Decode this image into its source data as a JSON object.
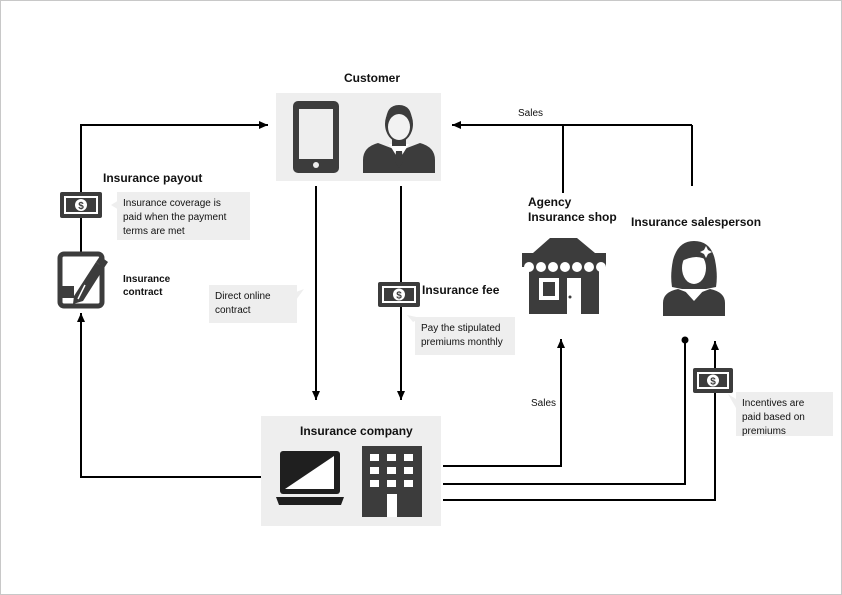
{
  "nodes": {
    "customer": "Customer",
    "insurance_company": "Insurance company",
    "agency": "Agency\nInsurance shop",
    "salesperson": "Insurance salesperson",
    "insurance_contract": "Insurance\ncontract"
  },
  "flows": {
    "insurance_payout": "Insurance payout",
    "insurance_payout_note": "Insurance coverage is\npaid when the payment\nterms are met",
    "direct_online": "Direct online\ncontract",
    "insurance_fee": "Insurance fee",
    "insurance_fee_note": "Pay the stipulated\npremiums monthly",
    "sales_top": "Sales",
    "sales_agency": "Sales",
    "incentives_note": "Incentives are\npaid based on\npremiums"
  },
  "colors": {
    "icon": "#3c3c3c",
    "box": "#eeeeee",
    "line": "#000000"
  },
  "icons": [
    "tablet-icon",
    "businessman-icon",
    "laptop-icon",
    "building-icon",
    "shop-icon",
    "woman-icon",
    "contract-icon",
    "money-icon"
  ]
}
